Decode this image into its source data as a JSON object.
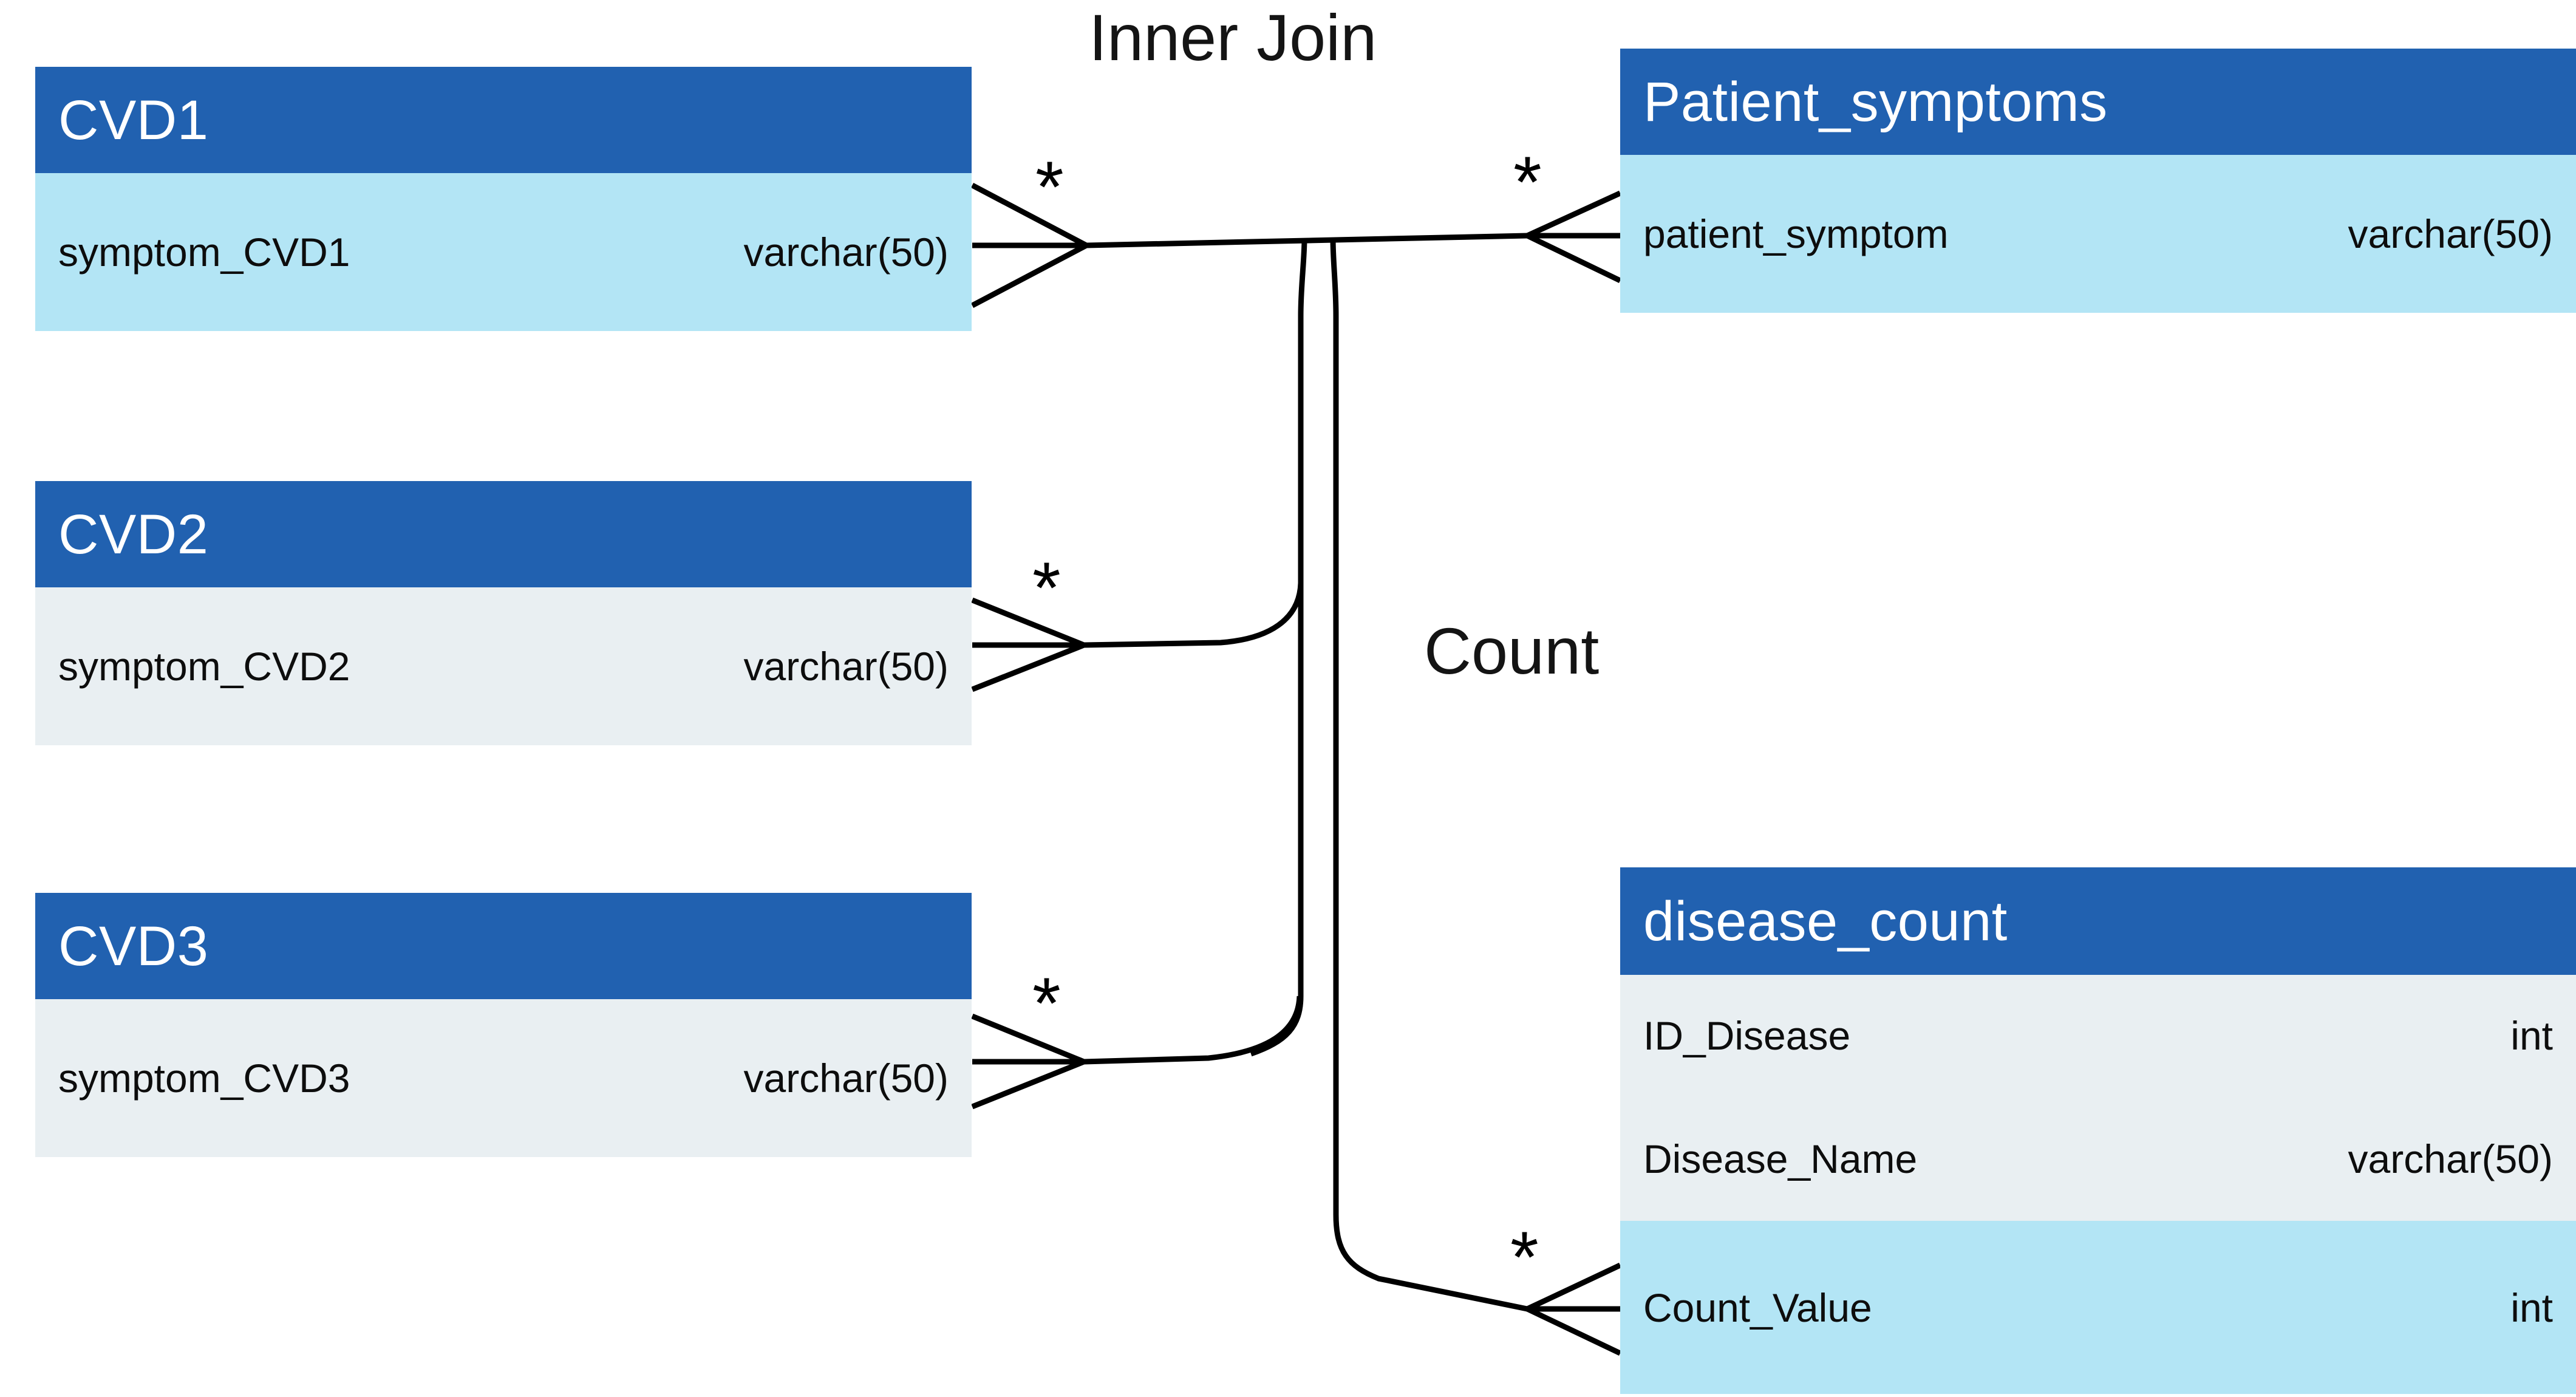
{
  "diagram": {
    "title_text_present": false,
    "background": "#ffffff",
    "colors": {
      "header_blue": "#2161b0",
      "row_cyan": "#b3e5f5",
      "row_gray": "#e9eff2",
      "text_dark": "#0d0d0d",
      "header_text": "#ffffff",
      "connector": "#000000"
    }
  },
  "entities": [
    {
      "id": "cvd1",
      "title": "CVD1",
      "rows": [
        {
          "name": "symptom_CVD1",
          "type": "varchar(50)",
          "highlight": "cyan"
        }
      ]
    },
    {
      "id": "cvd2",
      "title": "CVD2",
      "rows": [
        {
          "name": "symptom_CVD2",
          "type": "varchar(50)",
          "highlight": "gray"
        }
      ]
    },
    {
      "id": "cvd3",
      "title": "CVD3",
      "rows": [
        {
          "name": "symptom_CVD3",
          "type": "varchar(50)",
          "highlight": "gray"
        }
      ]
    },
    {
      "id": "patient_symptoms",
      "title": "Patient_symptoms",
      "rows": [
        {
          "name": "patient_symptom",
          "type": "varchar(50)",
          "highlight": "cyan"
        }
      ]
    },
    {
      "id": "disease_count",
      "title": "disease_count",
      "rows": [
        {
          "name": "ID_Disease",
          "type": "int",
          "highlight": "gray"
        },
        {
          "name": "Disease_Name",
          "type": "varchar(50)",
          "highlight": "gray"
        },
        {
          "name": "Count_Value",
          "type": "int",
          "highlight": "cyan"
        }
      ]
    }
  ],
  "relationships": [
    {
      "id": "inner-join",
      "label": "Inner Join"
    },
    {
      "id": "count",
      "label": "Count"
    }
  ],
  "cardinalities": [
    {
      "id": "card-cvd1",
      "symbol": "*"
    },
    {
      "id": "card-patient",
      "symbol": "*"
    },
    {
      "id": "card-cvd2",
      "symbol": "*"
    },
    {
      "id": "card-cvd3",
      "symbol": "*"
    },
    {
      "id": "card-disease-count",
      "symbol": "*"
    }
  ]
}
